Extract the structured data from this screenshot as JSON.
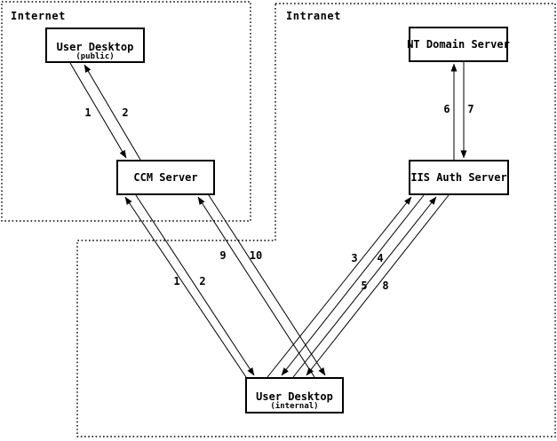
{
  "diagram": {
    "zones": {
      "internet": {
        "label": "Internet"
      },
      "intranet": {
        "label": "Intranet"
      }
    },
    "nodes": {
      "user_desktop_public": {
        "title": "User Desktop",
        "subtitle": "(public)"
      },
      "ccm_server": {
        "title": "CCM Server"
      },
      "nt_domain_server": {
        "title": "NT Domain Server"
      },
      "iis_auth_server": {
        "title": "IIS Auth Server"
      },
      "user_desktop_internal": {
        "title": "User Desktop",
        "subtitle": "(internal)"
      }
    },
    "edges": [
      {
        "step": "1",
        "from": "User Desktop (public)",
        "to": "CCM Server"
      },
      {
        "step": "2",
        "from": "CCM Server",
        "to": "User Desktop (public)"
      },
      {
        "step": "1",
        "from": "User Desktop (internal)",
        "to": "CCM Server"
      },
      {
        "step": "2",
        "from": "CCM Server",
        "to": "User Desktop (internal)"
      },
      {
        "step": "9",
        "from": "User Desktop (internal)",
        "to": "CCM Server"
      },
      {
        "step": "10",
        "from": "CCM Server",
        "to": "User Desktop (internal)"
      },
      {
        "step": "3",
        "from": "User Desktop (internal)",
        "to": "IIS Auth Server"
      },
      {
        "step": "4",
        "from": "IIS Auth Server",
        "to": "User Desktop (internal)"
      },
      {
        "step": "5",
        "from": "User Desktop (internal)",
        "to": "IIS Auth Server"
      },
      {
        "step": "8",
        "from": "IIS Auth Server",
        "to": "User Desktop (internal)"
      },
      {
        "step": "6",
        "from": "IIS Auth Server",
        "to": "NT Domain Server"
      },
      {
        "step": "7",
        "from": "NT Domain Server",
        "to": "IIS Auth Server"
      }
    ],
    "colors": {
      "foreground": "#000000",
      "background": "#ffffff"
    }
  }
}
